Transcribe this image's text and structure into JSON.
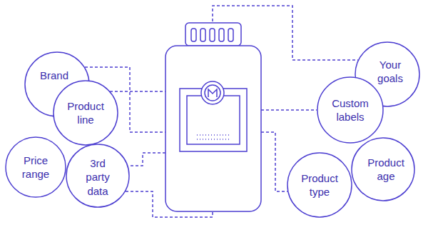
{
  "diagram": {
    "nodes": [
      {
        "text": [
          "Brand"
        ]
      },
      {
        "text": [
          "Your goals"
        ]
      },
      {
        "text": [
          "Product line"
        ]
      },
      {
        "text": [
          "Custom labels"
        ]
      },
      {
        "text": [
          "Price range"
        ]
      },
      {
        "text": [
          "Product age"
        ]
      },
      {
        "text": [
          "3rd party data"
        ]
      },
      {
        "text": [
          "Product type"
        ]
      }
    ]
  }
}
